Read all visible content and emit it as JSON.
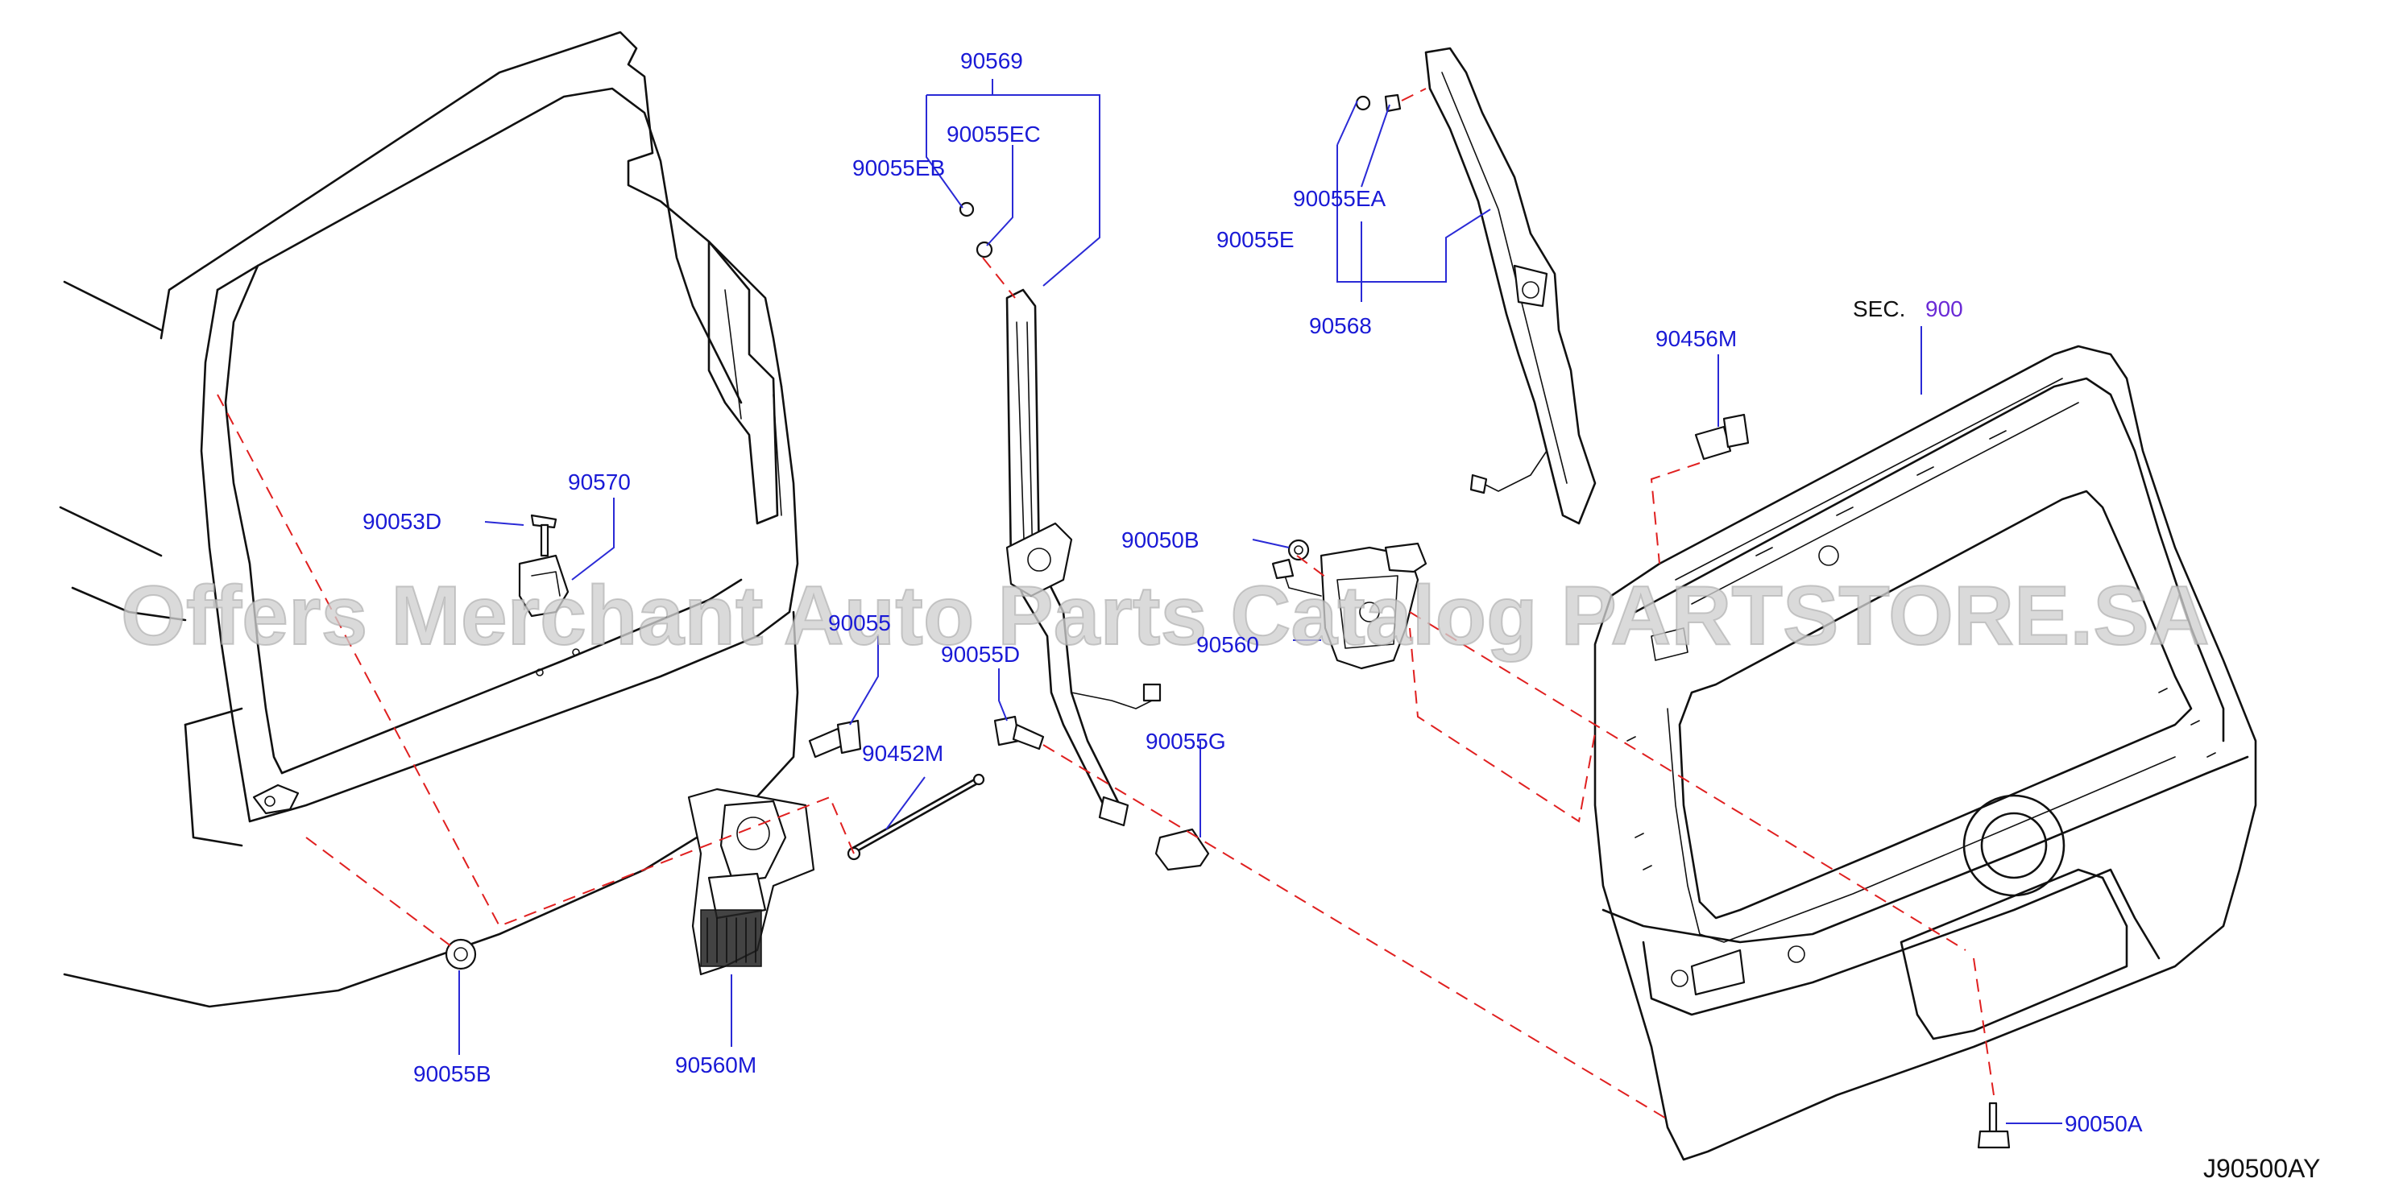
{
  "watermark": "Offers Merchant Auto Parts Catalog PARTSTORE.SA",
  "diagram_id": "J90500AY",
  "section_ref": {
    "prefix": "SEC.",
    "number": "900"
  },
  "parts": {
    "p90569": "90569",
    "p90055EC": "90055EC",
    "p90055EB": "90055EB",
    "p90055EA": "90055EA",
    "p90055E": "90055E",
    "p90568": "90568",
    "p90456M": "90456M",
    "p90570": "90570",
    "p90053D": "90053D",
    "p90050B": "90050B",
    "p9005x_partial": "90055",
    "p90055D": "90055D",
    "p90560_partial": "90560",
    "p90452M": "90452M",
    "p90055G": "90055G",
    "p90055B": "90055B",
    "p90560M": "90560M",
    "p90050A": "90050A"
  },
  "colors": {
    "label": "#1a1ad6",
    "section_number": "#6a2ad6",
    "leader_line": "#2a2ad6",
    "dashed_line": "#e02020",
    "drawing": "#111111"
  }
}
